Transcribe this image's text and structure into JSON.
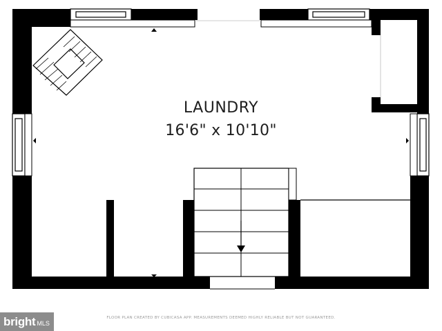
{
  "room": {
    "name": "LAUNDRY",
    "dimensions": "16'6\" x 10'10\""
  },
  "footer": {
    "note": "FLOOR PLAN CREATED BY CUBICASA APP. MEASUREMENTS DEEMED HIGHLY RELIABLE BUT NOT GUARANTEED."
  },
  "logo": {
    "name": "bright",
    "suffix": "MLS"
  },
  "colors": {
    "wall": "#000000",
    "background": "#ffffff",
    "line": "#1a1a1a",
    "logo_bg": "#8c8c8c"
  }
}
